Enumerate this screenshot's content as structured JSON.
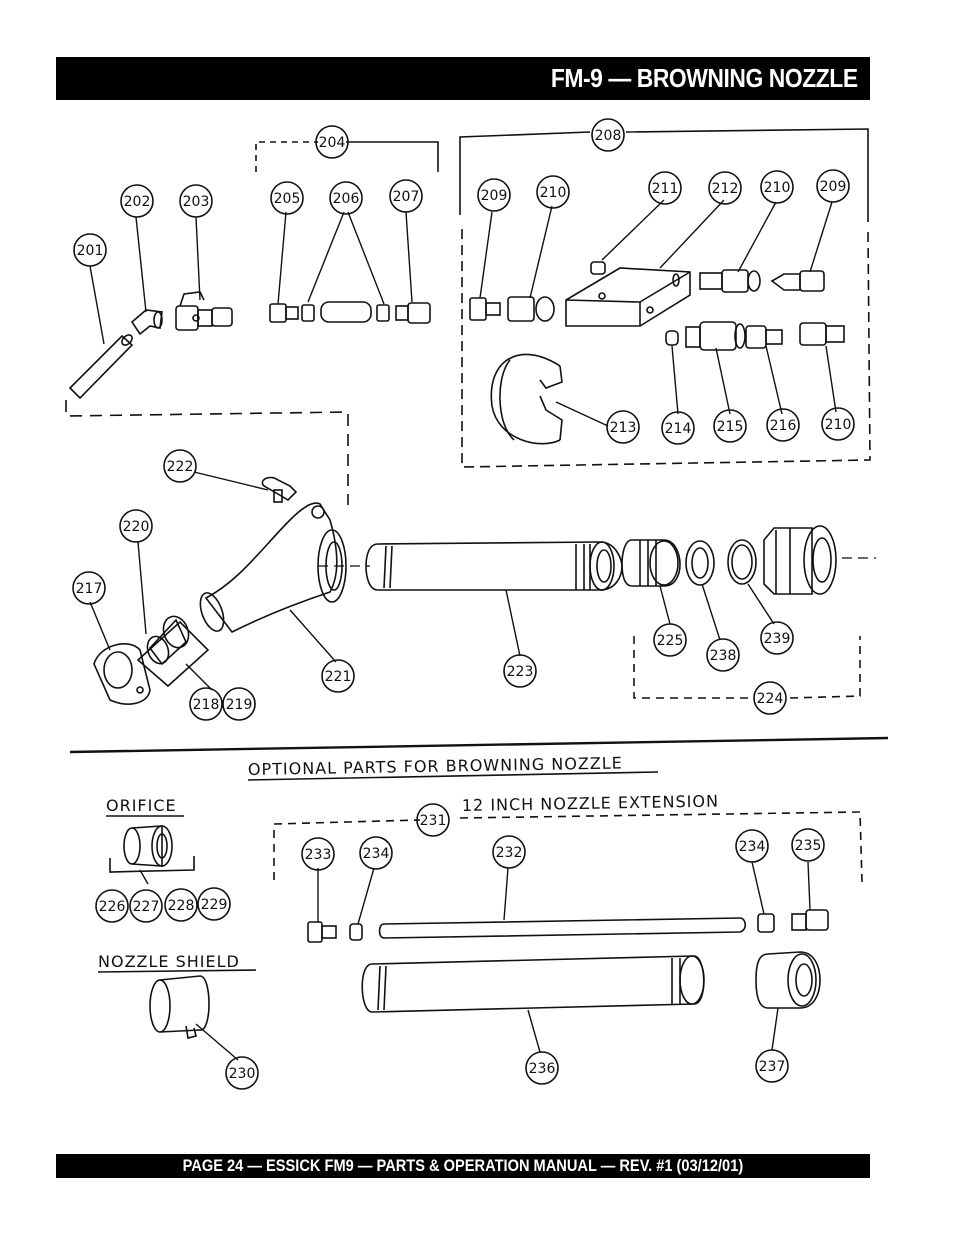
{
  "header": {
    "title": "FM-9 — BROWNING NOZZLE"
  },
  "footer": {
    "text": "PAGE 24 — ESSICK FM9 — PARTS & OPERATION MANUAL — REV. #1 (03/12/01)"
  },
  "optional": {
    "title": "OPTIONAL PARTS FOR BROWNING NOZZLE",
    "orifice": "ORIFICE",
    "extension": "12 INCH NOZZLE EXTENSION",
    "shield": "NOZZLE SHIELD"
  },
  "callouts": {
    "c201": "201",
    "c202": "202",
    "c203": "203",
    "c204": "204",
    "c205": "205",
    "c206": "206",
    "c207": "207",
    "c208": "208",
    "c209a": "209",
    "c210a": "210",
    "c211": "211",
    "c212": "212",
    "c210b": "210",
    "c209b": "209",
    "c213": "213",
    "c214": "214",
    "c215": "215",
    "c216": "216",
    "c210c": "210",
    "c222": "222",
    "c220": "220",
    "c217": "217",
    "c221": "221",
    "c223": "223",
    "c225": "225",
    "c238": "238",
    "c239": "239",
    "c224": "224",
    "c218": "218",
    "c219": "219",
    "c231": "231",
    "c233": "233",
    "c234a": "234",
    "c232": "232",
    "c234b": "234",
    "c235": "235",
    "c226": "226",
    "c227": "227",
    "c228": "228",
    "c229": "229",
    "c230": "230",
    "c236": "236",
    "c237": "237"
  }
}
